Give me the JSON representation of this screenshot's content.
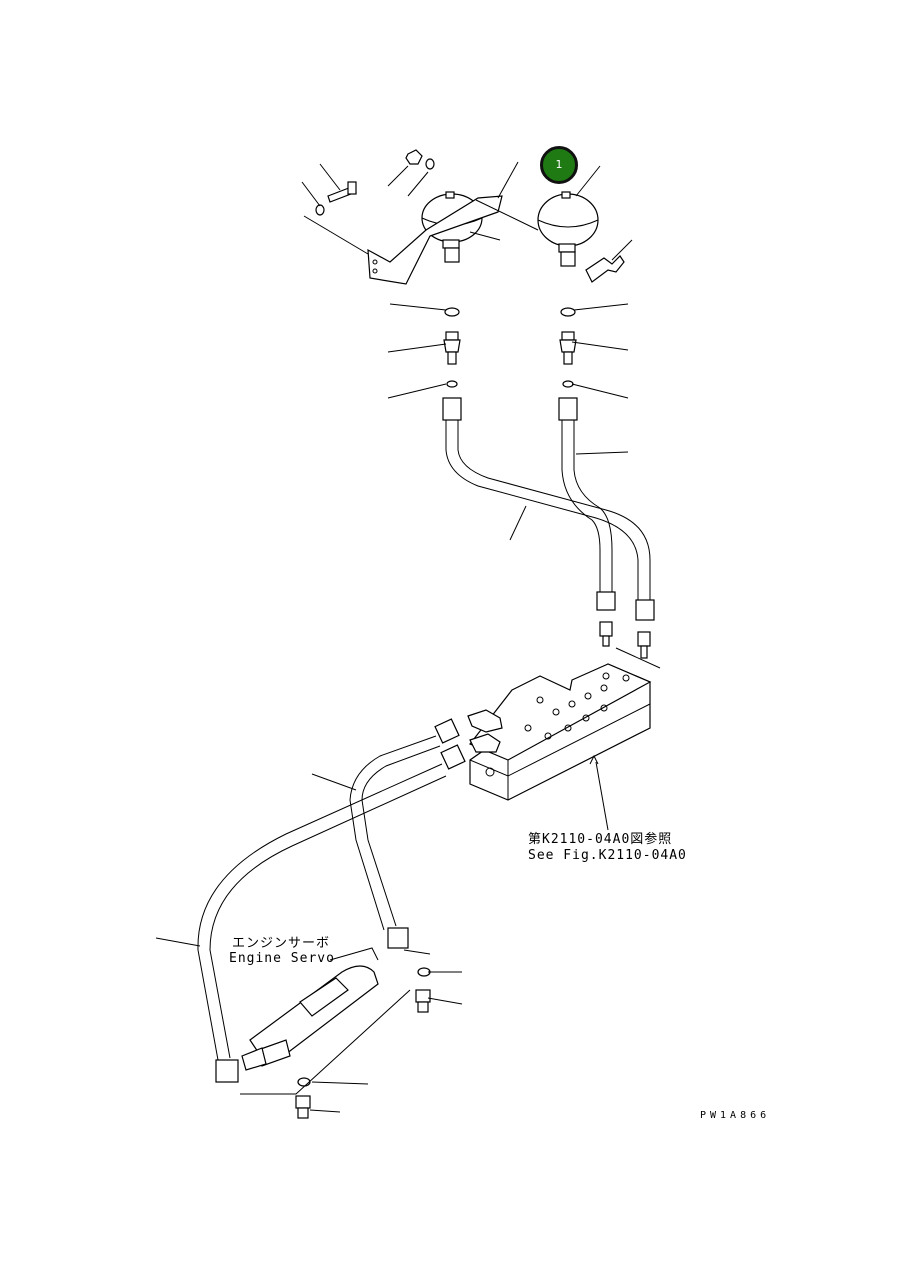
{
  "callout": {
    "number": "1"
  },
  "reference": {
    "japanese": "第K2110-04A0図参照",
    "english": "See Fig.K2110-04A0"
  },
  "engine_servo": {
    "japanese": "エンジンサーボ",
    "english": "Engine Servo"
  },
  "drawing_number": "PW1A866"
}
